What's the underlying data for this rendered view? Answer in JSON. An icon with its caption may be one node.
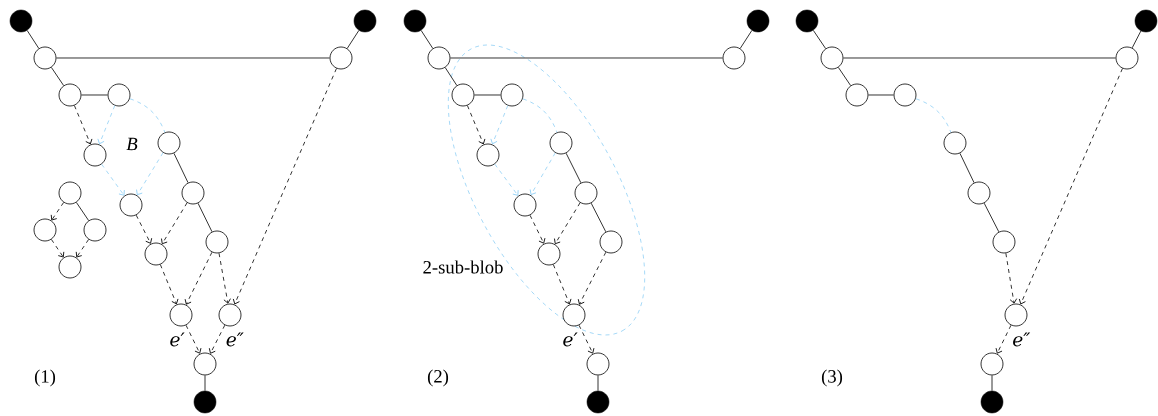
{
  "diagram": {
    "nodes": [
      {
        "text": [],
        "shape": "dot"
      },
      {
        "text": [],
        "shape": "dot"
      },
      {
        "text": [],
        "shape": "circle"
      },
      {
        "text": [],
        "shape": "circle"
      },
      {
        "text": [],
        "shape": "circle"
      },
      {
        "text": [],
        "shape": "circle"
      },
      {
        "text": [],
        "shape": "circle"
      },
      {
        "text": [],
        "shape": "circle"
      },
      {
        "text": [],
        "shape": "circle"
      },
      {
        "text": [],
        "shape": "circle"
      },
      {
        "text": [],
        "shape": "circle"
      },
      {
        "text": [],
        "shape": "circle"
      },
      {
        "text": [],
        "shape": "circle"
      },
      {
        "text": [],
        "shape": "circle"
      },
      {
        "text": [],
        "shape": "circle"
      },
      {
        "text": [],
        "shape": "circle"
      },
      {
        "text": [],
        "shape": "circle"
      },
      {
        "text": [],
        "shape": "circle"
      },
      {
        "text": [],
        "shape": "circle"
      },
      {
        "text": [],
        "shape": "dot"
      },
      {
        "text": [],
        "shape": "dot"
      },
      {
        "text": [],
        "shape": "dot"
      },
      {
        "text": [],
        "shape": "circle"
      },
      {
        "text": [],
        "shape": "circle"
      },
      {
        "text": [
          "2-sub-blob"
        ]
      },
      {
        "text": [],
        "shape": "circle",
        "in": 24
      },
      {
        "text": [],
        "shape": "circle",
        "in": 24
      },
      {
        "text": [],
        "shape": "circle",
        "in": 24
      },
      {
        "text": [],
        "shape": "circle",
        "in": 24
      },
      {
        "text": [],
        "shape": "circle",
        "in": 24
      },
      {
        "text": [],
        "shape": "circle",
        "in": 24
      },
      {
        "text": [],
        "shape": "circle",
        "in": 24
      },
      {
        "text": [],
        "shape": "circle",
        "in": 24
      },
      {
        "text": [],
        "shape": "circle",
        "in": 24
      },
      {
        "text": [],
        "shape": "circle"
      },
      {
        "text": [],
        "shape": "dot"
      },
      {
        "text": [],
        "shape": "dot"
      },
      {
        "text": [],
        "shape": "dot"
      },
      {
        "text": [],
        "shape": "circle"
      },
      {
        "text": [],
        "shape": "circle"
      },
      {
        "text": [],
        "shape": "circle"
      },
      {
        "text": [],
        "shape": "circle"
      },
      {
        "text": [],
        "shape": "circle"
      },
      {
        "text": [],
        "shape": "circle"
      },
      {
        "text": [],
        "shape": "circle"
      },
      {
        "text": [],
        "shape": "circle"
      },
      {
        "text": [],
        "shape": "circle"
      },
      {
        "text": [],
        "shape": "dot"
      }
    ],
    "edges": [
      {
        "from": 0,
        "to": 2,
        "arrow": "none"
      },
      {
        "from": 1,
        "to": 3,
        "arrow": "none"
      },
      {
        "from": 2,
        "to": 3,
        "arrow": "none"
      },
      {
        "from": 2,
        "to": 4,
        "arrow": "none"
      },
      {
        "from": 4,
        "to": 5,
        "arrow": "none"
      },
      {
        "from": 4,
        "to": 7,
        "arrow": "to",
        "style": "dashed"
      },
      {
        "from": 5,
        "to": 7,
        "arrow": "to",
        "style": "dashed",
        "color": "#8fcff5"
      },
      {
        "from": 5,
        "to": 6,
        "arrow": "none",
        "style": "dashed",
        "color": "#8fcff5"
      },
      {
        "from": 7,
        "to": 10,
        "arrow": "to",
        "style": "dashed",
        "color": "#8fcff5"
      },
      {
        "from": 6,
        "to": 10,
        "arrow": "to",
        "style": "dashed",
        "color": "#8fcff5"
      },
      {
        "from": 6,
        "to": 8,
        "arrow": "none"
      },
      {
        "from": 8,
        "to": 13,
        "arrow": "none"
      },
      {
        "from": 9,
        "to": 11,
        "arrow": "to",
        "style": "dashed"
      },
      {
        "from": 9,
        "to": 12,
        "arrow": "none"
      },
      {
        "from": 11,
        "to": 15,
        "arrow": "to",
        "style": "dashed"
      },
      {
        "from": 12,
        "to": 15,
        "arrow": "to",
        "style": "dashed"
      },
      {
        "from": 10,
        "to": 14,
        "arrow": "to",
        "style": "dashed"
      },
      {
        "from": 8,
        "to": 14,
        "arrow": "to",
        "style": "dashed"
      },
      {
        "from": 14,
        "to": 16,
        "arrow": "to",
        "style": "dashed"
      },
      {
        "from": 13,
        "to": 16,
        "arrow": "to",
        "style": "dashed"
      },
      {
        "from": 13,
        "to": 17,
        "arrow": "to",
        "style": "dashed"
      },
      {
        "from": 3,
        "to": 17,
        "arrow": "to",
        "style": "dashed"
      },
      {
        "from": 16,
        "to": 18,
        "arrow": "to",
        "style": "dashed",
        "label": "e′"
      },
      {
        "from": 17,
        "to": 18,
        "arrow": "to",
        "style": "dashed",
        "label": "e″"
      },
      {
        "from": 18,
        "to": 19,
        "arrow": "none"
      },
      {
        "from": 20,
        "to": 22,
        "arrow": "none"
      },
      {
        "from": 21,
        "to": 23,
        "arrow": "none"
      },
      {
        "from": 22,
        "to": 23,
        "arrow": "none"
      },
      {
        "from": 22,
        "to": 25,
        "arrow": "none"
      },
      {
        "from": 25,
        "to": 26,
        "arrow": "none"
      },
      {
        "from": 25,
        "to": 28,
        "arrow": "to",
        "style": "dashed"
      },
      {
        "from": 26,
        "to": 28,
        "arrow": "to",
        "style": "dashed",
        "color": "#8fcff5"
      },
      {
        "from": 26,
        "to": 27,
        "arrow": "none",
        "style": "dashed",
        "color": "#8fcff5"
      },
      {
        "from": 28,
        "to": 30,
        "arrow": "to",
        "style": "dashed",
        "color": "#8fcff5"
      },
      {
        "from": 27,
        "to": 30,
        "arrow": "to",
        "style": "dashed",
        "color": "#8fcff5"
      },
      {
        "from": 27,
        "to": 29,
        "arrow": "none"
      },
      {
        "from": 29,
        "to": 31,
        "arrow": "none"
      },
      {
        "from": 30,
        "to": 32,
        "arrow": "to",
        "style": "dashed"
      },
      {
        "from": 29,
        "to": 32,
        "arrow": "to",
        "style": "dashed"
      },
      {
        "from": 32,
        "to": 33,
        "arrow": "to",
        "style": "dashed"
      },
      {
        "from": 31,
        "to": 33,
        "arrow": "to",
        "style": "dashed"
      },
      {
        "from": 33,
        "to": 34,
        "arrow": "to",
        "style": "dashed",
        "label": "e′"
      },
      {
        "from": 34,
        "to": 35,
        "arrow": "none"
      },
      {
        "from": 36,
        "to": 38,
        "arrow": "none"
      },
      {
        "from": 37,
        "to": 39,
        "arrow": "none"
      },
      {
        "from": 38,
        "to": 39,
        "arrow": "none"
      },
      {
        "from": 38,
        "to": 40,
        "arrow": "none"
      },
      {
        "from": 40,
        "to": 41,
        "arrow": "none"
      },
      {
        "from": 41,
        "to": 42,
        "arrow": "none",
        "style": "dashed",
        "color": "#8fcff5"
      },
      {
        "from": 42,
        "to": 43,
        "arrow": "none"
      },
      {
        "from": 43,
        "to": 44,
        "arrow": "none"
      },
      {
        "from": 44,
        "to": 45,
        "arrow": "to",
        "style": "dashed"
      },
      {
        "from": 39,
        "to": 45,
        "arrow": "to",
        "style": "dashed"
      },
      {
        "from": 45,
        "to": 46,
        "arrow": "to",
        "style": "dashed",
        "label": "e″"
      },
      {
        "from": 46,
        "to": 47,
        "arrow": "none"
      }
    ],
    "labels": [
      "B",
      "(1)",
      "(2)",
      "(3)"
    ]
  }
}
